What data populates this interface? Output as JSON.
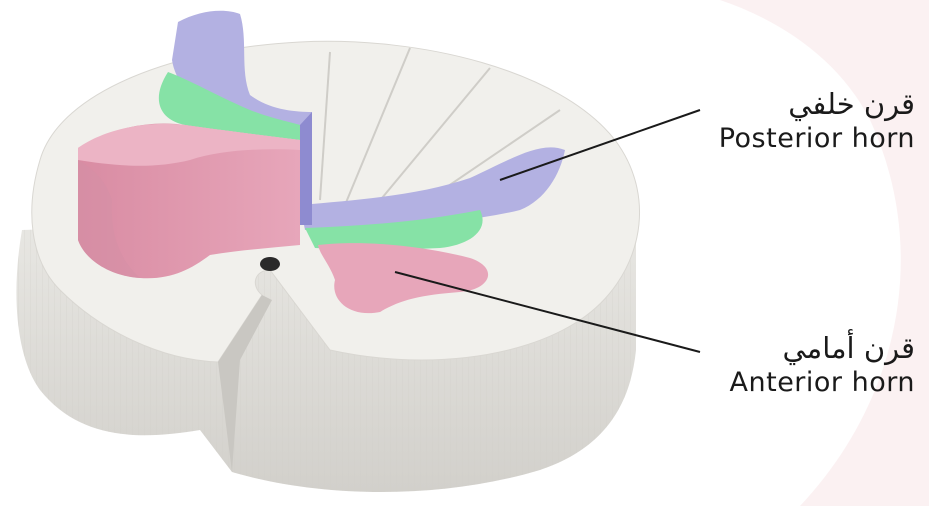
{
  "labels": {
    "posterior": {
      "arabic": "قرن خلفي",
      "english": "Posterior horn"
    },
    "anterior": {
      "arabic": "قرن أمامي",
      "english": "Anterior horn"
    }
  },
  "colors": {
    "white_matter": "#f1f0ec",
    "white_matter_side": "#dcdad5",
    "posterior_horn": "#b3b1e2",
    "intermediate_zone": "#86e2a6",
    "anterior_horn": "#e7a6ba",
    "background_watermark": "#f7e1e3",
    "leader_line": "#1a1a1a"
  }
}
